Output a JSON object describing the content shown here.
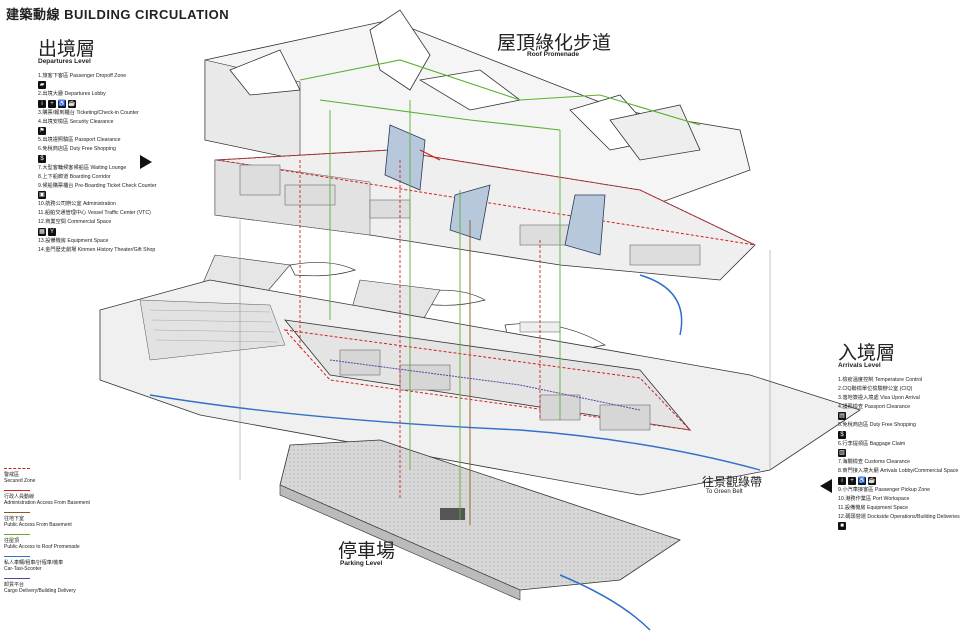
{
  "title": "建築動線 BUILDING CIRCULATION",
  "levels": {
    "roof": {
      "zh": "屋頂綠化步道",
      "en": "Roof Promenade"
    },
    "departures": {
      "zh": "出境層",
      "en": "Departures Level"
    },
    "arrivals": {
      "zh": "入境層",
      "en": "Arrivals Level"
    },
    "parking": {
      "zh": "停車場",
      "en": "Parking Level"
    },
    "green_belt": {
      "zh": "往景觀綠帶",
      "en": "To Green Belt"
    }
  },
  "departures_legend": [
    "1.旅客下客區 Passenger Dropoff Zone",
    "2.出境大廳 Departures Lobby",
    "3.購票/報到櫃台 Ticketing/Check-in Counter",
    "4.出境安檢區 Security Clearance",
    "5.出境證照驗區 Passport Clearance",
    "6.免稅商店區 Duty Free Shopping",
    "7.大型客輪候客候船區 Waiting Lounge",
    "8.上下船廊道 Boarding Corridor",
    "9.候船購票櫃台 Pre-Boarding Ticket Check Counter",
    "10.航務公司辦公室 Administration",
    "11.船舶交通管理中心 Vessel Traffic Center (VTC)",
    "12.商業空間 Commercial Space",
    "13.設備機房 Equipment Space",
    "14.金門歷史劇場 Kinmen History Theater/Gift Shop"
  ],
  "arrivals_legend": [
    "1.檢疫溫度控制 Temperature Control",
    "2.CIQ聯檢單位檢驗辦公室 (CIQ)",
    "3.落地簽證入境處 Visa Upon Arrival",
    "4.護照檢查 Passport Clearance",
    "5.免稅商店區 Duty Free Shopping",
    "6.行李提領區 Baggage Claim",
    "7.海關檢查 Customs Clearance",
    "8.商門接入境大廳 Arrivals Lobby/Commercial Space",
    "9.小汽車接客區 Passenger Pickup Zone",
    "10.港務作業區 Port Workspace",
    "11.設備機房 Equipment Space",
    "12.碼頭營運 Dockside Operations/Building Deliveries"
  ],
  "circulation_legend": [
    {
      "zh": "警戒區",
      "en": "Secured Zone",
      "color": "#d42020",
      "style": "dashed"
    },
    {
      "zh": "行政人員動線",
      "en": "Administration Access From Basement",
      "color": "#d42020",
      "style": "solid"
    },
    {
      "zh": "往地下室",
      "en": "Public Access From Basement",
      "color": "#8a5a20",
      "style": "solid"
    },
    {
      "zh": "往屋頂",
      "en": "Public Access to Roof Promenade",
      "color": "#5ab030",
      "style": "solid"
    },
    {
      "zh": "私人車輛/租車/計程車/機車",
      "en": "Car-Taxi-Scooter",
      "color": "#3070c8",
      "style": "solid"
    },
    {
      "zh": "卸貨平台",
      "en": "Cargo Delivery/Building Delivery",
      "color": "#6040a0",
      "style": "solid"
    }
  ]
}
